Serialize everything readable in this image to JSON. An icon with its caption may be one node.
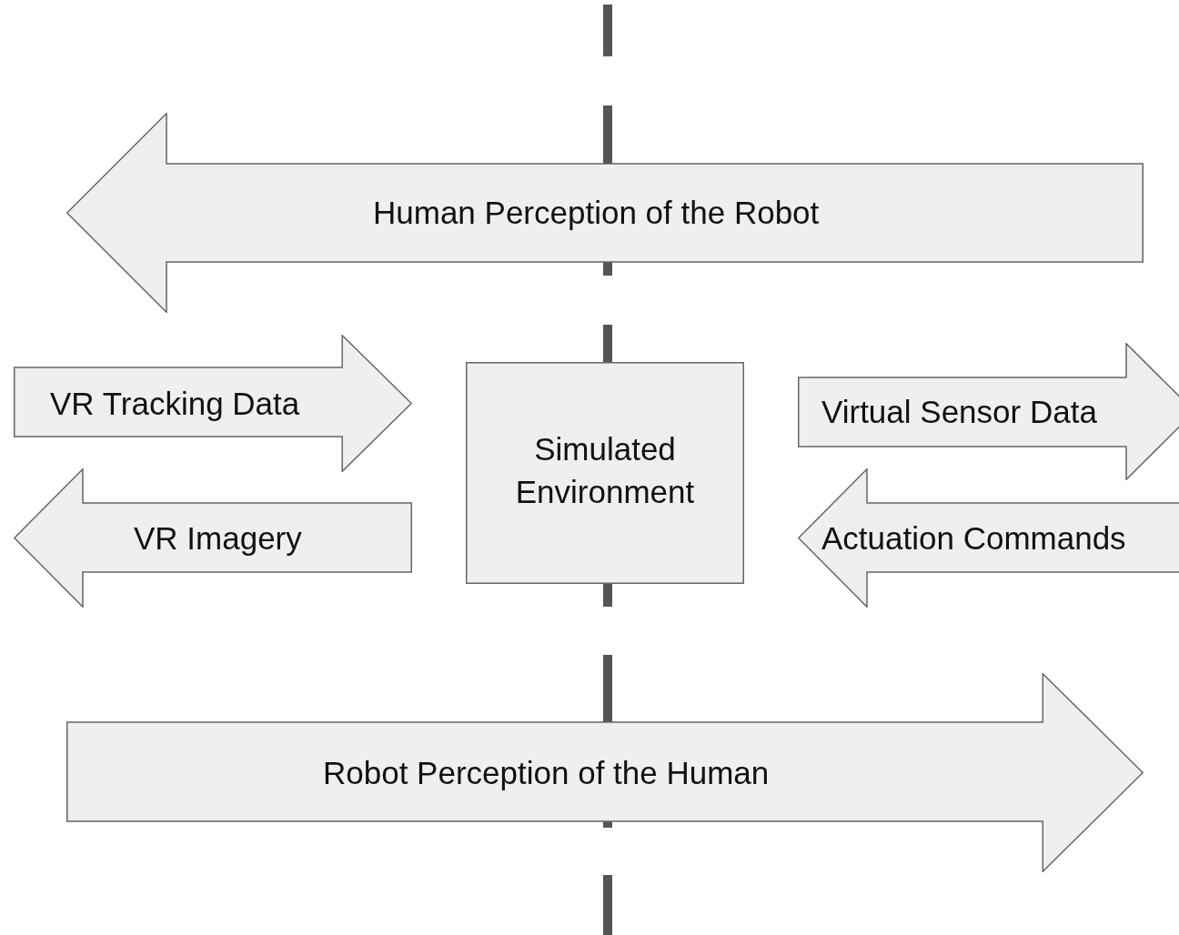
{
  "diagram": {
    "nodes": [
      {
        "text": [
          "Human Perception of the Robot"
        ]
      },
      {
        "text": [
          "VR Tracking Data"
        ]
      },
      {
        "text": [
          "VR Imagery"
        ]
      },
      {
        "text": [
          "Simulated Environment"
        ]
      },
      {
        "text": [
          "Virtual Sensor Data"
        ]
      },
      {
        "text": [
          "Actuation Commands"
        ]
      },
      {
        "text": [
          "Robot Perception of the Human"
        ]
      }
    ]
  }
}
